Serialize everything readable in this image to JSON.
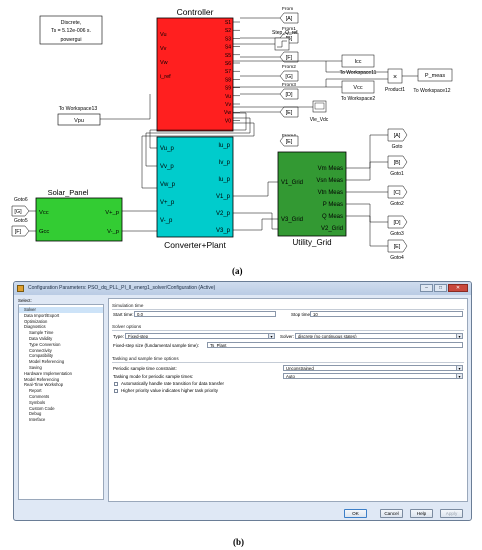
{
  "caption_a": "(a)",
  "caption_b": "(b)",
  "diagram": {
    "powergui": {
      "line1": "Discrete,",
      "line2": "Ts = 5.12e-006 s.",
      "line3": "powergui"
    },
    "controller_title": "Controller",
    "converter_title": "Converter+Plant",
    "solar_title": "Solar_Panel",
    "grid_title": "Utility_Grid",
    "to_workspace13": "To Workspace13",
    "vpu": "Vpu",
    "controller_in": [
      "Vu",
      "Vv",
      "Vw",
      "i_ref"
    ],
    "controller_out": [
      "S1",
      "S2",
      "S3",
      "S4",
      "S5",
      "S6",
      "S7",
      "S8",
      "S9",
      "Vu",
      "Vv",
      "Vw",
      "V0"
    ],
    "converter_in": [
      "Vu_p",
      "Vv_p",
      "Vw_p",
      "V+_p",
      "V-_p"
    ],
    "converter_out": [
      "Iu_p",
      "Iv_p",
      "Iu_p",
      "V1_p",
      "V2_p",
      "V3_p"
    ],
    "solar_ports": [
      "Vcc",
      "Gcc",
      "V+_p",
      "V-_p"
    ],
    "grid_in": [
      "V1_Grid",
      "V3_Grid"
    ],
    "grid_out": [
      "Vm Meas",
      "Vsn Meas",
      "Vtn Meas",
      "P Meas",
      "Q Meas",
      "V2_Grid"
    ],
    "froms": [
      "From",
      "From1",
      "From2",
      "From3",
      "From4"
    ],
    "from_tags": [
      "[A]",
      "[B]",
      "[F]",
      "[G]",
      "[D]",
      "[E]"
    ],
    "gotos": [
      "Goto",
      "Goto1",
      "Goto2",
      "Goto3",
      "Goto4"
    ],
    "goto_tags": [
      "[A]",
      "[B]",
      "[C]",
      "[D]",
      "[E]"
    ],
    "solar_gotos": [
      "Goto6",
      "Goto5"
    ],
    "solar_goto_tags": [
      "[G]",
      "[F]"
    ],
    "step": "Step_Q_ref",
    "ws11": "To Workspace11",
    "ws2": "To Workspace2",
    "ws12": "To Workspace12",
    "icc": "Icc",
    "vcc": "Vcc",
    "product": "Product1",
    "pmeas": "P_meas",
    "scope": "Vle_Vdc"
  },
  "dialog": {
    "title": "Configuration Parameters: PSO_dq_PLL_PI_II_energ1_solver/Configuration (Active)",
    "window_buttons": {
      "min": "–",
      "max": "□",
      "close": "✕"
    },
    "select_label": "Select:",
    "tree": [
      {
        "label": "Solver",
        "indent": 1,
        "selected": true
      },
      {
        "label": "Data Import/Export",
        "indent": 1
      },
      {
        "label": "Optimization",
        "indent": 1
      },
      {
        "label": "Diagnostics",
        "indent": 1
      },
      {
        "label": "Sample Time",
        "indent": 2
      },
      {
        "label": "Data Validity",
        "indent": 2
      },
      {
        "label": "Type Conversion",
        "indent": 2
      },
      {
        "label": "Connectivity",
        "indent": 2
      },
      {
        "label": "Compatibility",
        "indent": 2
      },
      {
        "label": "Model Referencing",
        "indent": 2
      },
      {
        "label": "Saving",
        "indent": 2
      },
      {
        "label": "Hardware Implementation",
        "indent": 1
      },
      {
        "label": "Model Referencing",
        "indent": 1
      },
      {
        "label": "Real-Time Workshop",
        "indent": 1
      },
      {
        "label": "Report",
        "indent": 2
      },
      {
        "label": "Comments",
        "indent": 2
      },
      {
        "label": "Symbols",
        "indent": 2
      },
      {
        "label": "Custom Code",
        "indent": 2
      },
      {
        "label": "Debug",
        "indent": 2
      },
      {
        "label": "Interface",
        "indent": 2
      }
    ],
    "sim_time": {
      "section": "Simulation time",
      "start_label": "Start time:",
      "start_value": "0.0",
      "stop_label": "Stop time:",
      "stop_value": "10"
    },
    "solver_opts": {
      "section": "Solver options",
      "type_label": "Type:",
      "type_value": "Fixed-step",
      "solver_label": "Solver:",
      "solver_value": "discrete (no continuous states)",
      "fixed_label": "Fixed-step size (fundamental sample time):",
      "fixed_value": "Ts_Plant"
    },
    "tasking": {
      "section": "Tasking and sample time options",
      "periodic_label": "Periodic sample time constraint:",
      "periodic_value": "Unconstrained",
      "mode_label": "Tasking mode for periodic sample times:",
      "mode_value": "Auto",
      "cb1": "Automatically handle rate transition for data transfer",
      "cb2": "Higher priority value indicates higher task priority"
    },
    "buttons": {
      "ok": "OK",
      "cancel": "Cancel",
      "help": "Help",
      "apply": "Apply"
    }
  }
}
